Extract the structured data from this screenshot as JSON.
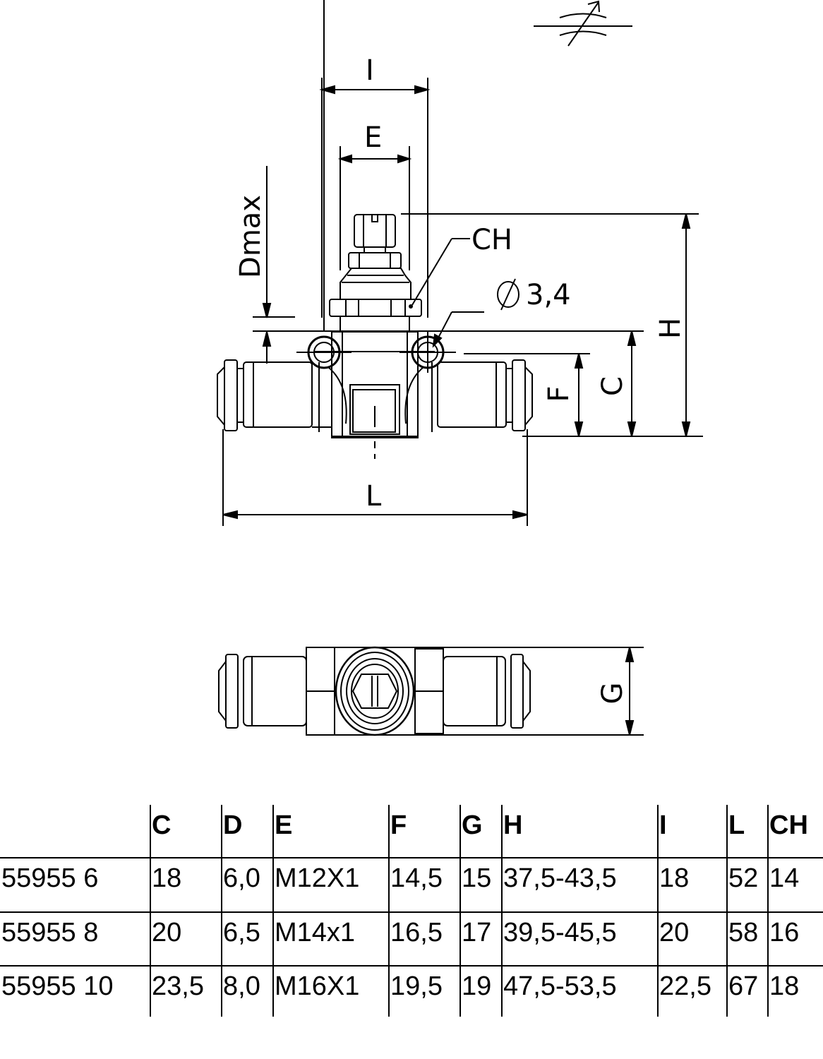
{
  "symbol": {
    "name": "adjustable-flow-restrictor-symbol"
  },
  "front_view": {
    "labels": {
      "I": "I",
      "E": "E",
      "Dmax": "Dmax",
      "CH": "CH",
      "hole": "3,4",
      "H": "H",
      "C": "C",
      "F": "F",
      "L": "L"
    }
  },
  "top_view": {
    "labels": {
      "G": "G"
    }
  },
  "table": {
    "headers": [
      "",
      "C",
      "D",
      "E",
      "F",
      "G",
      "H",
      "I",
      "L",
      "CH"
    ],
    "rows": [
      [
        "55955 6",
        "18",
        "6,0",
        "M12X1",
        "14,5",
        "15",
        "37,5-43,5",
        "18",
        "52",
        "14"
      ],
      [
        "55955 8",
        "20",
        "6,5",
        "M14x1",
        "16,5",
        "17",
        "39,5-45,5",
        "20",
        "58",
        "16"
      ],
      [
        "55955 10",
        "23,5",
        "8,0",
        "M16X1",
        "19,5",
        "19",
        "47,5-53,5",
        "22,5",
        "67",
        "18"
      ]
    ]
  }
}
